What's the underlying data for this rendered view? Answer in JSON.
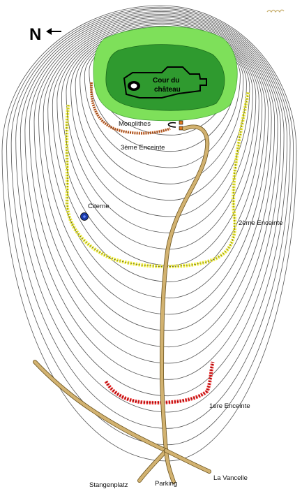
{
  "north": {
    "letter": "N"
  },
  "labels": {
    "courtyard_line1": "Cour du",
    "courtyard_line2": "château",
    "monolithes": "Monolithes",
    "third_wall": "3ème Enceinte",
    "cistern": "Citerne",
    "second_wall": "2ème Enceinte",
    "first_wall": "1ere Enceinte",
    "stangenplatz": "Stangenplatz",
    "parking": "Parking",
    "la_vancelle": "La Vancelle"
  },
  "colors": {
    "summit_light": "#7ee05a",
    "summit_dark": "#2f9a2f",
    "path": "#d2b270",
    "third_wall": "#c8662a",
    "second_wall": "#ecea3a",
    "first_wall": "#e52222",
    "cistern": "#1a3aa6",
    "contour": "#555555"
  }
}
